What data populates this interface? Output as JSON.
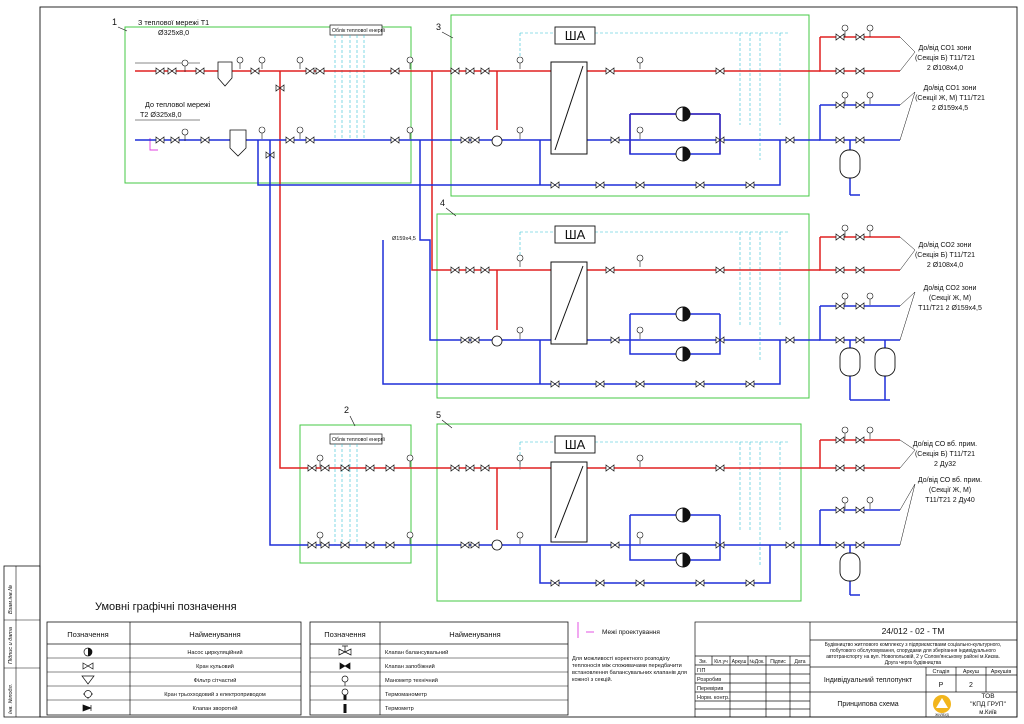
{
  "modules": [
    {
      "num": "1"
    },
    {
      "num": "2"
    },
    {
      "num": "3"
    },
    {
      "num": "4"
    },
    {
      "num": "5"
    }
  ],
  "supply_main": {
    "label": "З теплової мережі Т1",
    "size": "Ø325x8,0"
  },
  "return_main": {
    "label": "До теплової мережі",
    "size": "Т2 Ø325x8,0"
  },
  "meter_label": "Облік теплової енергії",
  "exchanger_label": "ША",
  "junction_label": "Ø159x4,5",
  "outputs": [
    {
      "lines": [
        "До/від СО1 зони",
        "(Секція Б) Т11/Т21",
        "2 Ø108x4,0"
      ]
    },
    {
      "lines": [
        "До/від СО1 зони",
        "(Секції Ж, М) Т11/Т21",
        "2 Ø159x4,5"
      ]
    },
    {
      "lines": [
        "До/від СО2 зони",
        "(Секція Б) Т11/Т21",
        "2 Ø108x4,0"
      ]
    },
    {
      "lines": [
        "До/від СО2 зони",
        "(Секції Ж, М)",
        "Т11/Т21 2 Ø159x4,5"
      ]
    },
    {
      "lines": [
        "До/від СО вб. прим.",
        "(Секція Б) Т11/Т21",
        "2 Ду32"
      ]
    },
    {
      "lines": [
        "До/від СО вб. прим.",
        "(Секції Ж, М)",
        "Т11/Т21 2 Ду40"
      ]
    }
  ],
  "legend": {
    "title": "Умовні графічні позначення",
    "col_designation": "Позначення",
    "col_name": "Найменування",
    "left": [
      "Насос циркуляційний",
      "Кран кульовий",
      "Фільтр сітчастий",
      "Кран трьохходовий з електроприводом",
      "Клапан зворотній"
    ],
    "right": [
      "Клапан балансувальний",
      "Клапан запобіжний",
      "Манометр технічний",
      "Термоманометр",
      "Термометр"
    ]
  },
  "boundary_label": "Межі проектування",
  "note": "Для можливості  коректного розподілу теплоносія між споживачами передбачити встановлення балансувальних клапанів для кожної з секцій.",
  "stamp": {
    "code": "24/012 - 02 - ТМ",
    "description": "Будівництво житлового комплексу з підприємствами соціально-культурного, побутового обслуговування, спорудами для зберігання індивідуального автотранспорту на вул. Новопольовій, 2 у Солом'янському районі м.Києва. Друга черга будівництва",
    "cols": [
      "Зм.",
      "Кіл.уч",
      "Аркуш",
      "№Док.",
      "Підпис",
      "Дата"
    ],
    "roles": [
      "ГІП",
      "Розробив",
      "Перевірив",
      "Норм. контр."
    ],
    "title": "Індивідуальний теплопункт",
    "sheet_title": "Принципова схема",
    "stage_label": "Стадія",
    "sheet_label": "Аркуш",
    "sheets_label": "Аркушів",
    "stage": "Р",
    "sheet": "2",
    "logo_text": "ЖИЛБУД",
    "company": "ТОВ",
    "company_name": "\"КПД ГРУП\"",
    "city": "м.Київ"
  },
  "side_stamp": [
    "Інв. №подл.",
    "Підпис и дата",
    "Взам.інв.№"
  ],
  "colors": {
    "supply": "#e02020",
    "return": "#1f2fd8",
    "frame_green": "#44c844",
    "cyan": "#2ec0d6",
    "magenta": "#e040e0"
  }
}
